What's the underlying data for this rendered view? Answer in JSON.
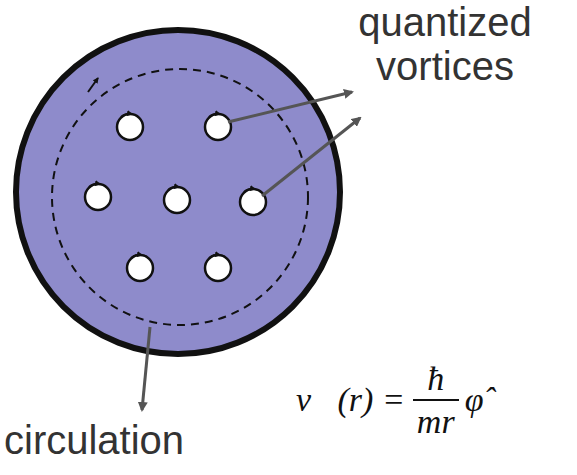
{
  "diagram": {
    "labels": [
      "quantized vortices",
      "circulation",
      "v⃗(r) =",
      "ħ",
      "mr",
      "φ̂"
    ]
  }
}
